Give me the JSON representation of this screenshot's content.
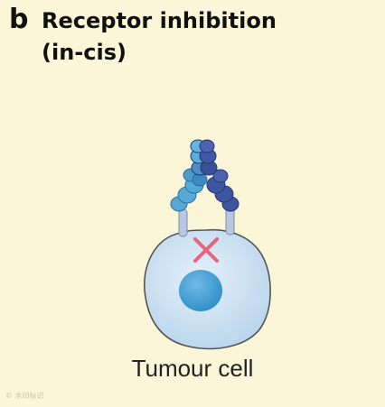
{
  "panel": {
    "letter": "b",
    "title_line1": "Receptor inhibition",
    "title_line2": "(in-cis)"
  },
  "cell": {
    "label": "Tumour cell"
  },
  "watermark": "© 水印标识",
  "colors": {
    "background": "#fbf6d7",
    "cell_fill": "#cfe3f2",
    "cell_outline": "#555555",
    "nucleus": "#3f9dd1",
    "antibody_light": "#55a9d6",
    "antibody_dark": "#3e55a0",
    "inhibition_mark": "#e9647a"
  },
  "icons": {
    "inhibition": "cross-icon",
    "antibody": "bispecific-antibody-icon"
  }
}
